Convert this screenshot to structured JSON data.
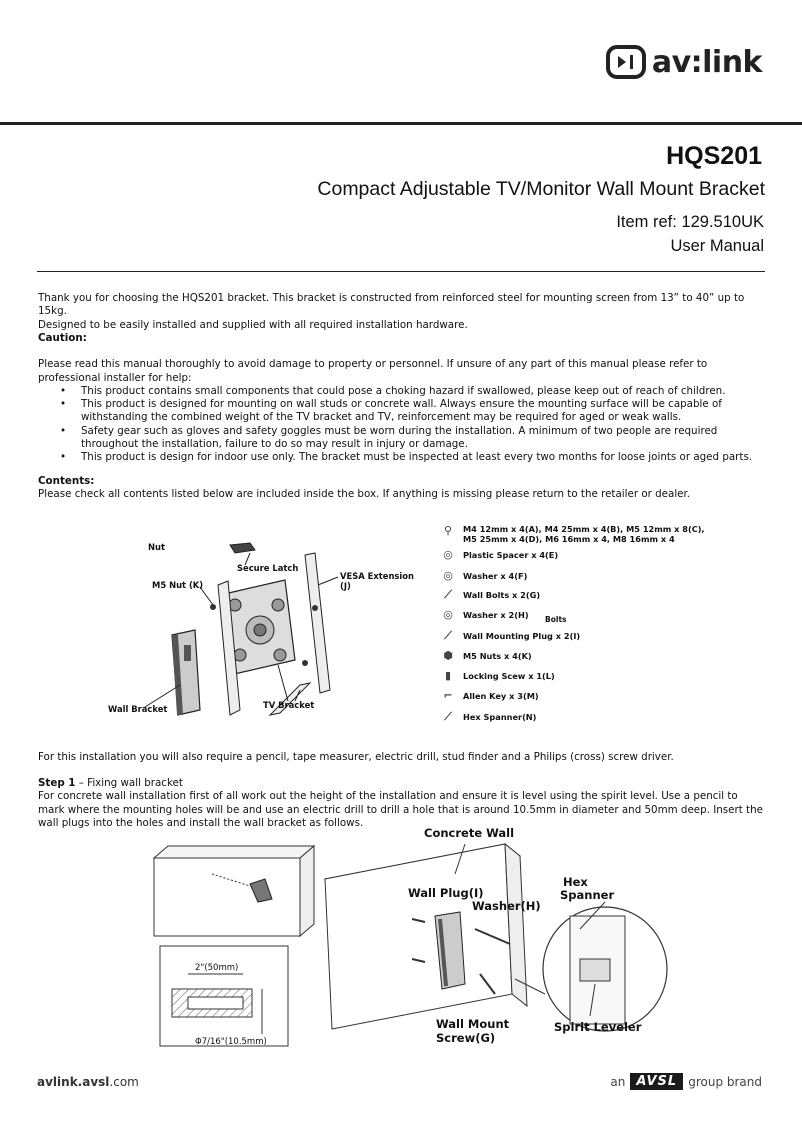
{
  "brand": {
    "logo_text": "av:link"
  },
  "header": {
    "model": "HQS201",
    "subtitle": "Compact Adjustable TV/Monitor Wall Mount Bracket",
    "item_ref": "Item ref: 129.510UK",
    "doc_type": "User Manual"
  },
  "intro": {
    "line1": "Thank you for choosing the HQS201 bracket. This bracket is constructed from reinforced steel for mounting screen from 13” to 40” up to 15kg.",
    "line2": "Designed to be easily installed and supplied with all required installation hardware."
  },
  "caution": {
    "heading": "Caution:",
    "lead": "Please read this manual thoroughly to avoid damage to property or personnel. If unsure of any part of this manual please refer to professional installer for help:",
    "bullets": [
      "This product contains small components that could pose a choking hazard if swallowed, please keep out of reach of children.",
      "This product is designed for mounting on wall studs or concrete wall. Always ensure the mounting surface will be capable of withstanding the combined weight of the TV bracket and TV, reinforcement may be required for aged or weak walls.",
      "Safety gear such as gloves and safety goggles must be worn during the installation. A minimum of two people are required throughout the installation, failure to do so may result in injury or damage.",
      "This product is design for indoor use only. The bracket must be inspected at least every two months for loose joints or aged parts."
    ]
  },
  "contents": {
    "heading": "Contents:",
    "text": "Please check all contents listed below are included inside the box. If anything is missing please return to the retailer or dealer."
  },
  "diagram1": {
    "nut": "Nut",
    "secure_latch": "Secure Latch",
    "m5_nut": "M5 Nut  (K)",
    "vesa_ext": "VESA Extension",
    "vesa_j": "(J)",
    "wall_bracket": "Wall Bracket",
    "tv_bracket": "TV Bracket"
  },
  "parts": [
    {
      "icon": "screw-icon",
      "glyph": "⚲",
      "text": "M4 12mm x 4(A), M4 25mm x 4(B), M5 12mm x 8(C),",
      "text2": "M5 25mm x 4(D), M6 16mm x 4, M8 16mm x 4"
    },
    {
      "icon": "spacer-icon",
      "glyph": "◎",
      "text": "Plastic Spacer x 4(E)"
    },
    {
      "icon": "washer-icon",
      "glyph": "◎",
      "text": "Washer x 4(F)"
    },
    {
      "icon": "bolt-icon",
      "glyph": "⟋",
      "text": "Wall Bolts x 2(G)"
    },
    {
      "icon": "washer-icon",
      "glyph": "◎",
      "text": "Washer x 2(H)"
    },
    {
      "icon": "plug-icon",
      "glyph": "⟋",
      "text": "Wall Mounting Plug x 2(I)"
    },
    {
      "icon": "nut-icon",
      "glyph": "⬢",
      "text": "M5 Nuts x 4(K)"
    },
    {
      "icon": "locking-screw-icon",
      "glyph": "▮",
      "text": "Locking Scew x 1(L)"
    },
    {
      "icon": "allen-key-icon",
      "glyph": "⌐",
      "text": "Allen Key x 3(M)"
    },
    {
      "icon": "hex-spanner-icon",
      "glyph": "⟋",
      "text": "Hex Spanner(N)"
    }
  ],
  "parts_bolts_label": "Bolts",
  "tools_text": "For this installation you will also require a pencil, tape measurer, electric drill, stud finder and a Philips (cross) screw driver.",
  "step1": {
    "label": "Step 1",
    "title": " – Fixing wall bracket",
    "text": "For concrete wall installation first of all work out the height of the installation and ensure it is level using the spirit level. Use a pencil to mark where the mounting holes will be and use an electric drill to drill a hole that is around 10.5mm in diameter and 50mm deep. Insert the wall plugs into the holes and install the wall bracket as follows."
  },
  "diagram2": {
    "concrete_wall": "Concrete Wall",
    "wall_plug": "Wall Plug(I)",
    "washer": "Washer(H)",
    "hex": "Hex",
    "spanner": "Spanner",
    "wall_mount": "Wall Mount",
    "screw": "Screw(G)",
    "spirit_leveler": "Spirit Leveler",
    "depth": "2\"(50mm)",
    "diameter": "Φ7/16\"(10.5mm)"
  },
  "footer": {
    "site_bold": "avlink.avsl",
    "site_rest": ".com",
    "an": "an",
    "avsl": "AVSL",
    "group": "group brand"
  }
}
